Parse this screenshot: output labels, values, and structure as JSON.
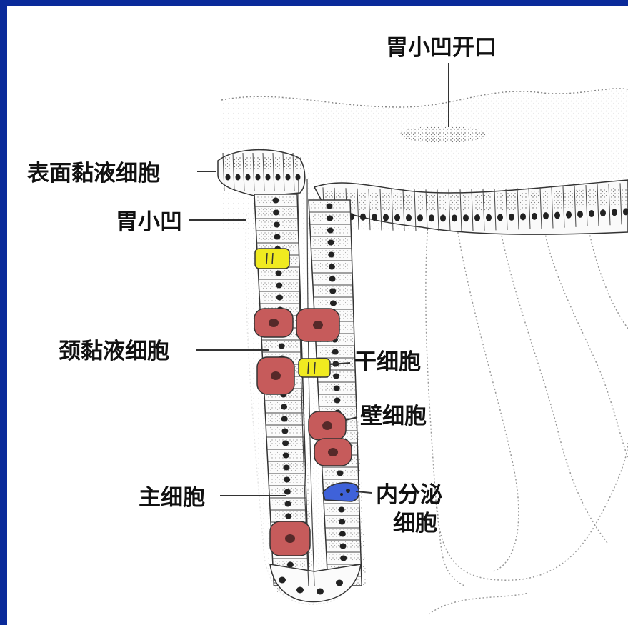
{
  "labels": {
    "pit_opening": "胃小凹开口",
    "surface_mucous_cell": "表面黏液细胞",
    "gastric_pit": "胃小凹",
    "neck_mucous_cell": "颈黏液细胞",
    "stem_cell": "干细胞",
    "parietal_cell": "壁细胞",
    "chief_cell": "主细胞",
    "endocrine_cell_line1": "内分泌",
    "endocrine_cell_line2": "细胞"
  },
  "colors": {
    "frame": "#0a2a9a",
    "background": "#ffffff",
    "parietal_cell": "#c65b5b",
    "stem_cell": "#f0ea20",
    "endocrine_cell": "#3f62d9",
    "cell_outline": "#333333"
  }
}
